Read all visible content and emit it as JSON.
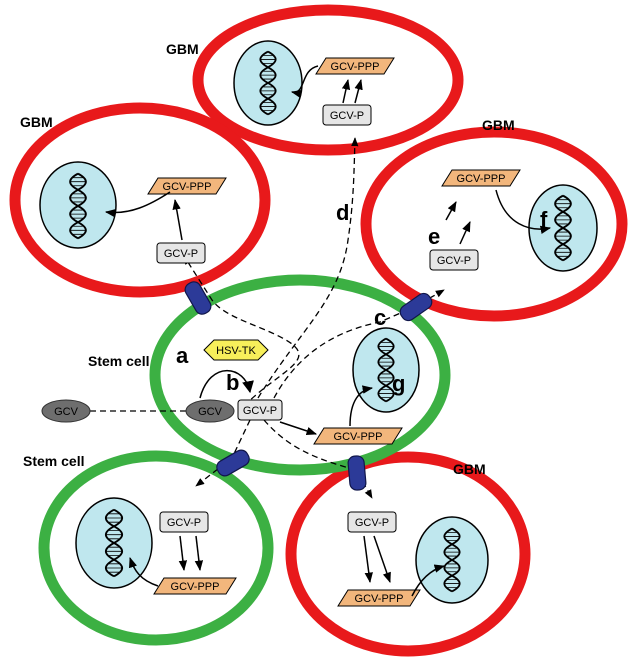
{
  "cell_labels": {
    "gbm_top": "GBM",
    "gbm_left": "GBM",
    "gbm_right": "GBM",
    "stem_center": "Stem cell",
    "stem_bottom": "Stem cell",
    "gbm_bottom": "GBM"
  },
  "steps": {
    "a": "a",
    "b": "b",
    "c": "c",
    "d": "d",
    "e": "e",
    "f": "f",
    "g": "g"
  },
  "molecules": {
    "gcv": "GCV",
    "gcv_p": "GCV-P",
    "gcv_ppp": "GCV-PPP",
    "hsv_tk": "HSV-TK"
  },
  "colors": {
    "gbm_membrane": "#e8191b",
    "stem_membrane": "#3cb043",
    "nucleus": "#bfe7ee",
    "gcv_ppp_fill": "#f2b67c",
    "gcv_p_fill": "#e6e6e6",
    "gcv_fill": "#6e6e6e",
    "hsv_tk_fill": "#f7ef5a",
    "gap_junction": "#2c3a98"
  },
  "icons": {
    "nucleus": "dna-helix-icon",
    "channel": "gap-junction-icon"
  }
}
